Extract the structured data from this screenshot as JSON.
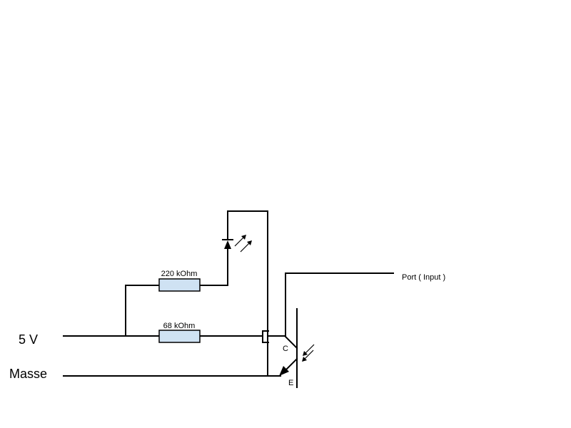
{
  "labels": {
    "supply": "5 V",
    "ground": "Masse",
    "port": "Port ( Input )",
    "collector": "C",
    "emitter": "E"
  },
  "resistors": [
    {
      "id": "r_top",
      "value": "220 kOhm"
    },
    {
      "id": "r_bottom",
      "value": "68 kOhm"
    }
  ],
  "colors": {
    "wire": "#000000",
    "resistor_fill": "#cfe2f3",
    "background": "#ffffff"
  },
  "components": {
    "led_icon": "led-icon",
    "phototransistor_icon": "phototransistor-icon"
  }
}
